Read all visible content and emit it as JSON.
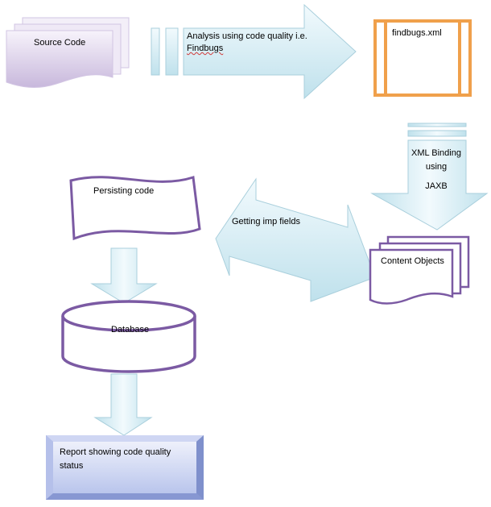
{
  "nodes": {
    "source_code": "Source Code",
    "analysis_arrow_line1": "Analysis using code quality i.e.",
    "analysis_arrow_line2": "Findbugs",
    "findbugs_xml": "findbugs.xml",
    "xml_binding_line1": "XML Binding",
    "xml_binding_line2": "using",
    "xml_binding_line3": "JAXB",
    "content_objects": "Content Objects",
    "getting_imp_fields": "Getting imp fields",
    "persisting_code": "Persisting code",
    "database": "Database",
    "report_line1": "Report showing code quality",
    "report_line2": "status"
  },
  "colors": {
    "doc_fill_light": "#f7f3fb",
    "doc_fill_dark": "#c8b8dc",
    "doc_stroke": "#d2c5e3",
    "arrow_fill_light": "#f2fafd",
    "arrow_fill_dark": "#bfe1ec",
    "arrow_stroke": "#a9cfdc",
    "orange": "#f0a04b",
    "purple": "#7b5aa3",
    "report_fill_light": "#eef0fb",
    "report_fill_dark": "#b9c5ec"
  }
}
